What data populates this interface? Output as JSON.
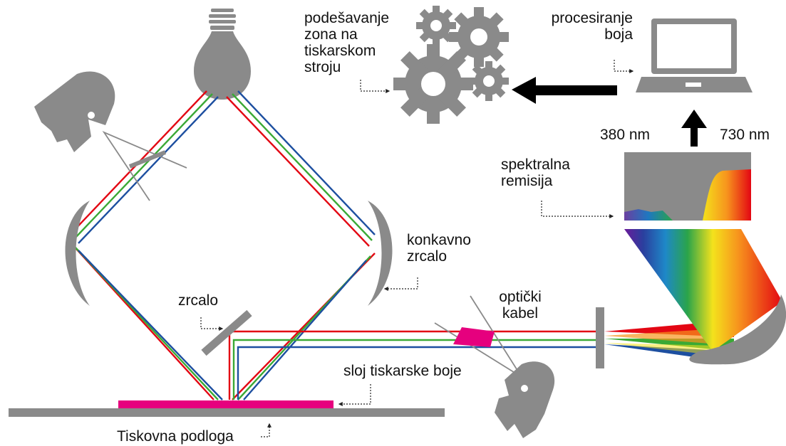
{
  "labels": {
    "zone_adjust": "podešavanje\nzona na\ntiskarskom\nstroju",
    "color_processing": "procesiranje\nboja",
    "nm_380": "380 nm",
    "nm_730": "730 nm",
    "spectral_remission": "spektralna\nremisija",
    "concave_mirror": "konkavno\nzrcalo",
    "mirror": "zrcalo",
    "optical_cable": "optički\nkabel",
    "ink_layer": "sloj tiskarske boje",
    "substrate": "Tiskovna podloga"
  },
  "colors": {
    "gray": "#8a8a8a",
    "ink": "#e6007e",
    "ray_red": "#e30613",
    "ray_green": "#3aa935",
    "ray_blue": "#1d4fa0"
  }
}
